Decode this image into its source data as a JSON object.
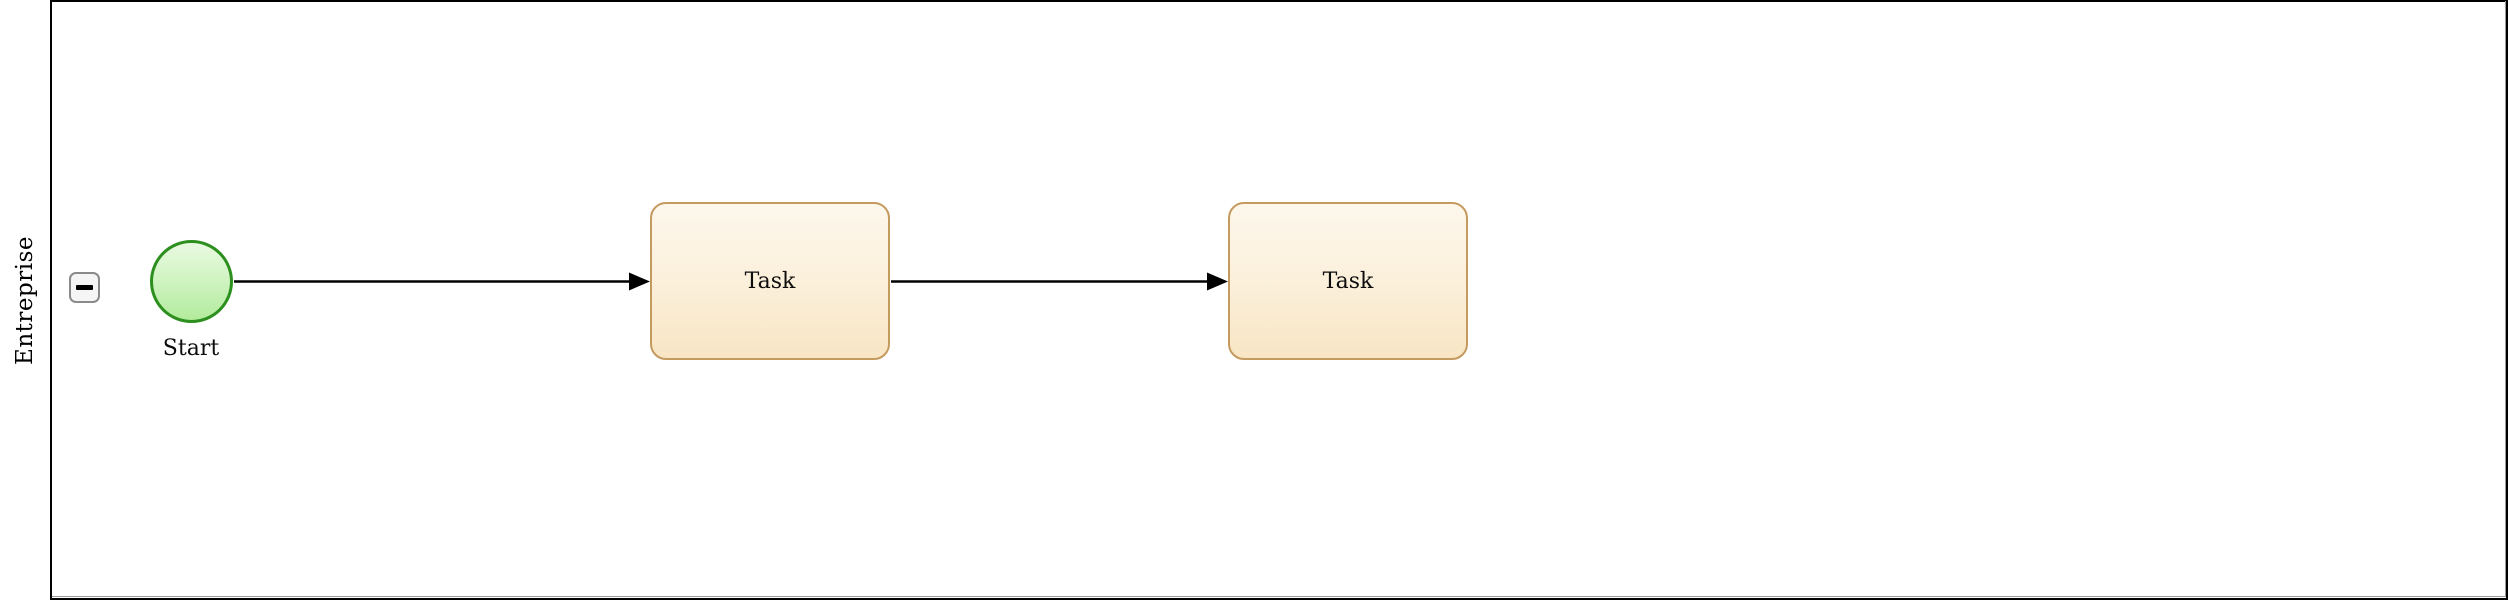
{
  "pool": {
    "label": "Entreprise",
    "collapse_glyph": "−"
  },
  "nodes": {
    "start": {
      "type": "start-event",
      "label": "Start"
    },
    "task1": {
      "type": "task",
      "label": "Task"
    },
    "task2": {
      "type": "task",
      "label": "Task"
    }
  },
  "edges": [
    {
      "from": "start",
      "to": "task1"
    },
    {
      "from": "task1",
      "to": "task2"
    }
  ],
  "colors": {
    "pool_border": "#000000",
    "lane_border": "#999999",
    "event_stroke": "#2c8f1e",
    "event_fill_top": "#e9fae1",
    "event_fill_bottom": "#b2eb9c",
    "task_stroke": "#c49a5e",
    "task_fill_top": "#fdf7ec",
    "task_fill_bottom": "#f8e5c4",
    "edge_color": "#000000",
    "collapse_btn_border": "#8a8a8a",
    "collapse_btn_fill": "#f5f5f5",
    "text_color": "#0d0d0d"
  }
}
